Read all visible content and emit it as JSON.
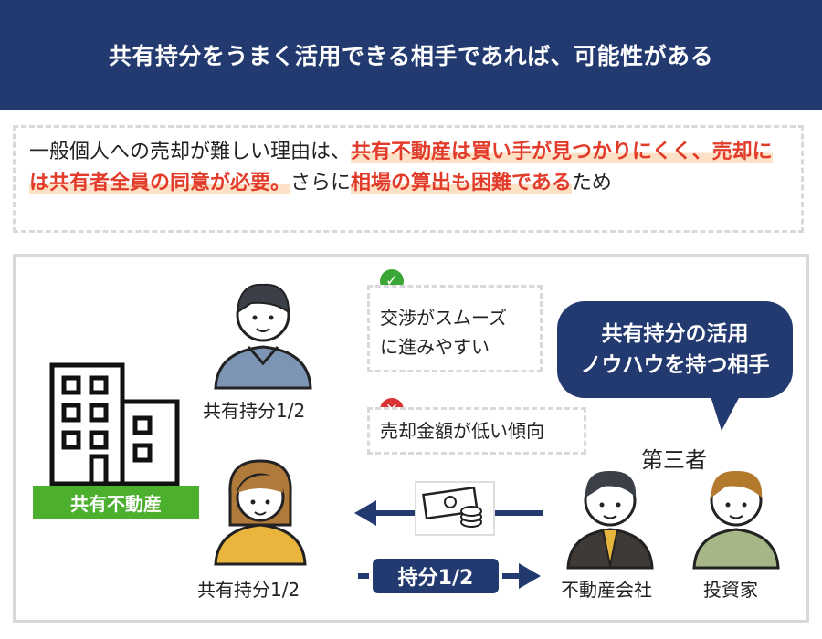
{
  "header": {
    "title": "共有持分をうまく活用できる相手であれば、可能性がある"
  },
  "note": {
    "p1": "一般個人への売却が難しい理由は、",
    "h1": "共有不動産は買い手が見つかりにくく、売却には共有者全員の同意が必要。",
    "p2": "さらに",
    "h2": "相場の算出も困難である",
    "p3": "ため"
  },
  "building": {
    "label": "共有不動産"
  },
  "owners": {
    "male_label": "共有持分1/2",
    "female_label": "共有持分1/2"
  },
  "merits": {
    "good_line1": "交渉がスムーズ",
    "good_line2": "に進みやすい",
    "bad": "売却金額が低い傾向"
  },
  "bubble": {
    "line1": "共有持分の活用",
    "line2": "ノウハウを持つ相手"
  },
  "third_party": {
    "label": "第三者",
    "company_label": "不動産会社",
    "investor_label": "投資家"
  },
  "transfer": {
    "share_label": "持分1/2"
  },
  "colors": {
    "navy": "#233a70",
    "green": "#4caf2e",
    "red": "#e33b2a",
    "highlight": "#fde1c6"
  }
}
